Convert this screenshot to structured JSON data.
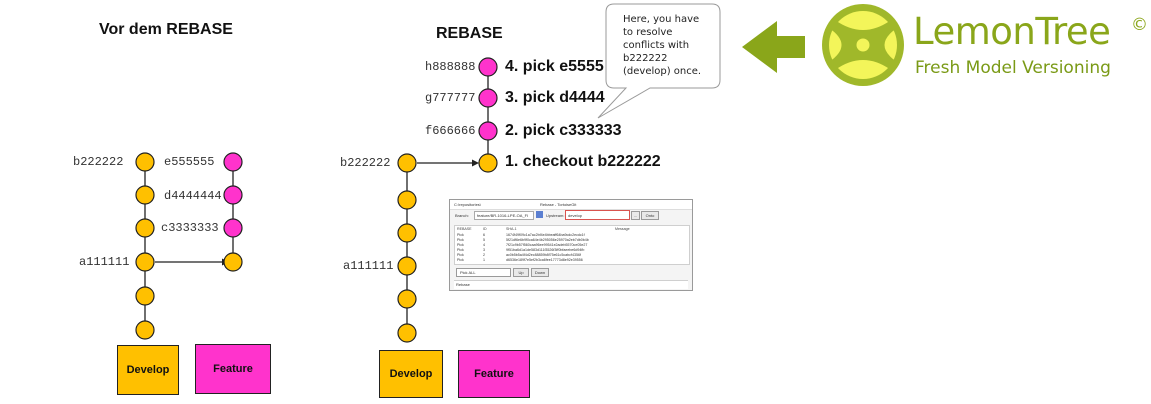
{
  "left": {
    "title": "Vor dem REBASE",
    "labels": {
      "b222222": "b222222",
      "a111111": "a111111",
      "e555555": "e555555",
      "d4444444": "d4444444",
      "c3333333": "c3333333"
    },
    "develop_box": "Develop",
    "feature_box": "Feature"
  },
  "middle": {
    "title": "REBASE",
    "labels": {
      "b222222": "b222222",
      "a111111": "a111111"
    },
    "steps": [
      {
        "hash": "h888888",
        "text": "4. pick e5555"
      },
      {
        "hash": "g777777",
        "text": "3. pick d4444"
      },
      {
        "hash": "f666666",
        "text": "2. pick c333333"
      },
      {
        "hash": "",
        "text": "1. checkout b222222"
      }
    ],
    "develop_box": "Develop",
    "feature_box": "Feature"
  },
  "callout": {
    "lines": [
      "Here, you have",
      "to resolve",
      "conflicts with",
      "b222222",
      "(develop) once."
    ]
  },
  "logo": {
    "name": "LemonTree",
    "mark": "©",
    "tagline": "Fresh Model Versioning"
  },
  "dialog": {
    "title_left": "C:\\repositories\\",
    "title_center": "Rebase - TortoiseGit",
    "branch_label": "Branch:",
    "branch_value": "feature/BR-1016-LPE-OA_FI",
    "upstream_label": "Upstream:",
    "upstream_value": "develop",
    "col_rebase": "REBASE",
    "col_id": "ID",
    "col_sha": "SHA-1",
    "col_message": "Message",
    "rows": [
      {
        "action": "Pick",
        "id": "6",
        "sha": "1674f49f09c1a7ac2bf4e4bbeaff64ba9cdc2ecdc1f"
      },
      {
        "action": "Pick",
        "id": "5",
        "sha": "5f21df6e6b9f0ca64e4b295056e25970a2eb7db0b4b"
      },
      {
        "action": "Pick",
        "id": "4",
        "sha": "7f21c9b57f560caa96ee99541e2adeb5570ce05e27"
      },
      {
        "action": "Pick",
        "id": "3",
        "sha": "9f51ba6d1a1de583d111f3526f3ff0bfaeebe6d94fb"
      },
      {
        "action": "Pick",
        "id": "2",
        "sha": "ac0b5b5a4f4d2ec88859b8f75e61c5cabcf4356f"
      },
      {
        "action": "Pick",
        "id": "1",
        "sha": "d6536e189f7e5ef2b3ca6fee17773d8e92e39556"
      }
    ],
    "pick_all": "Pick ALL",
    "up": "Up",
    "down": "Down",
    "bottom_label": "Rebase",
    "more_btn": "...",
    "onto_btn": "Onto"
  },
  "colors": {
    "yellow_node": "#ffc000",
    "magenta_node": "#ff33cc",
    "develop_box": "#ffc000",
    "feature_box": "#ff33cc",
    "arrow_green": "#8aa61a",
    "logo_green": "#a0b82a",
    "logo_yellow": "#f3f55a"
  }
}
